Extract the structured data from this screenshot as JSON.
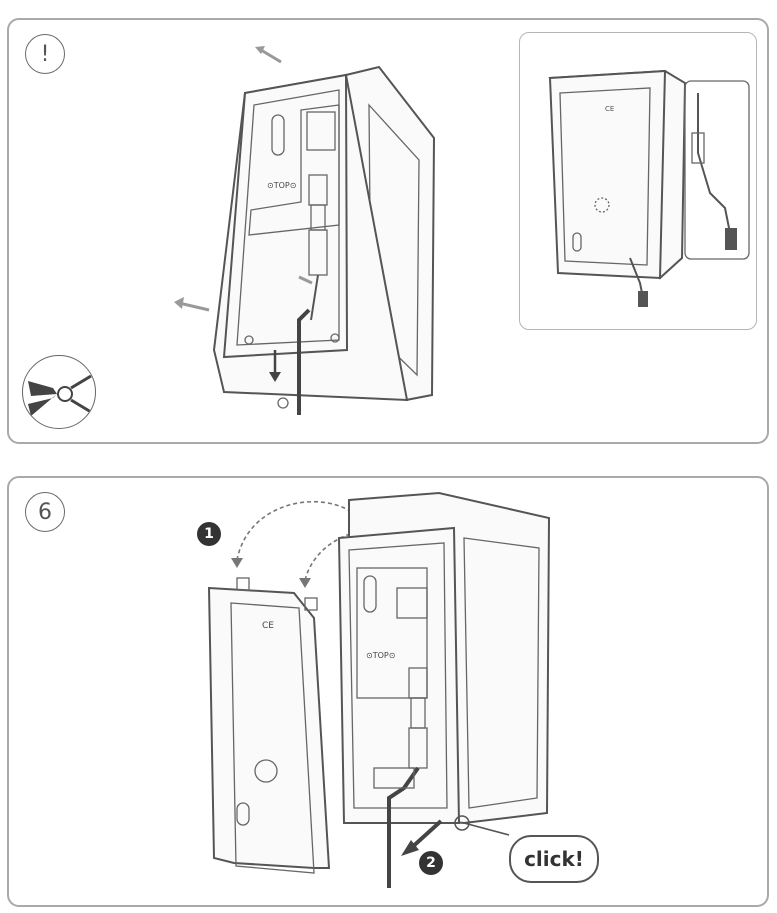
{
  "steps": {
    "top": {
      "badge": "!"
    },
    "bottom": {
      "badge": "6"
    }
  },
  "device_labels": {
    "top_mark": "⊙TOP⊙",
    "ce_mark": "CE"
  },
  "callouts": {
    "step1": "1",
    "step2": "2",
    "click": "click!"
  },
  "icons": {
    "tool": "wire-cutter-icon",
    "arrows": "direction-arrow-icon"
  },
  "colors": {
    "line": "#555555",
    "border": "#a9a9a9",
    "badge_fill": "#333333"
  }
}
